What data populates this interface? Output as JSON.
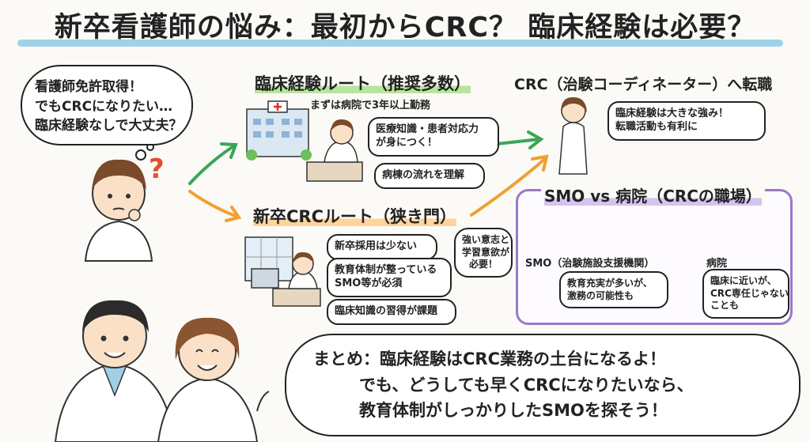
{
  "title": "新卒看護師の悩み：最初からCRC？ 臨床経験は必要？",
  "thought": {
    "lines": [
      "看護師免許取得！",
      "でもCRCになりたい…",
      "臨床経験なしで大丈夫？"
    ],
    "question_mark": "?"
  },
  "clinical_route": {
    "heading": "臨床経験ルート（推奨多数）",
    "label": "まずは病院で3年以上勤務",
    "bubble1_lines": [
      "医療知識・患者対応力",
      "が身につく！"
    ],
    "bubble2": "病棟の流れを理解"
  },
  "new_grad_route": {
    "heading": "新卒CRCルート（狭き門）",
    "bubble1": "新卒採用は少ない",
    "bubble2_lines": [
      "教育体制が整っている",
      "SMO等が必須"
    ],
    "bubble3": "臨床知識の習得が課題",
    "note_lines": [
      "強い意志と",
      "学習意欲が",
      "必要！"
    ]
  },
  "transfer": {
    "heading": "CRC（治験コーディネーター）へ転職",
    "bubble_lines": [
      "臨床経験は大きな強み！",
      "転職活動も有利に"
    ]
  },
  "workplace": {
    "heading": "SMO vs 病院（CRCの職場）",
    "smo_label": "SMO（治験施設支援機関）",
    "smo_bubble_lines": [
      "教育充実が多いが、",
      "激務の可能性も"
    ],
    "hospital_label": "病院",
    "hospital_bubble_lines": [
      "臨床に近いが、",
      "CRC専任じゃない",
      "ことも"
    ]
  },
  "summary": {
    "lines": [
      "まとめ：臨床経験はCRC業務の土台になるよ！",
      "でも、どうしても早くCRCになりたいなら、",
      "教育体制がしっかりしたSMOを探そう！"
    ]
  },
  "colors": {
    "green": "#3aa657",
    "orange": "#f0a030",
    "purple": "#9b78c9",
    "blue": "#8ecae6"
  }
}
